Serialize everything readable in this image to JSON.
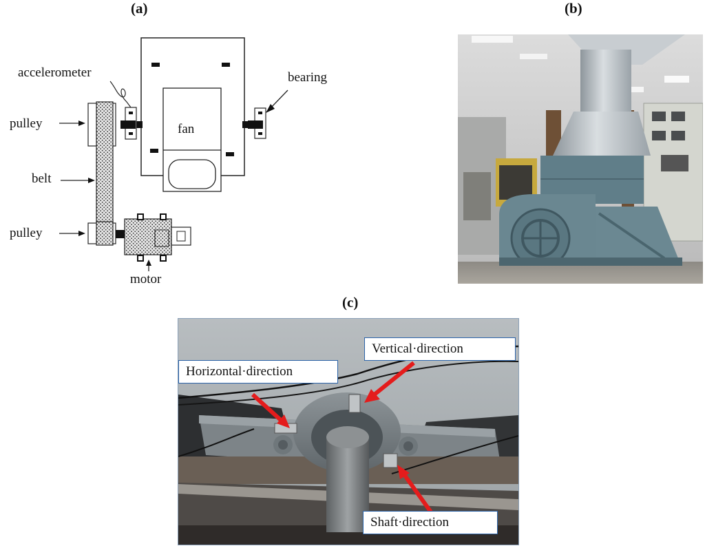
{
  "panels": {
    "a": {
      "label": "(a)",
      "labels": {
        "accelerometer": "accelerometer",
        "bearing": "bearing",
        "pulley_top": "pulley",
        "belt": "belt",
        "pulley_bottom": "pulley",
        "fan": "fan",
        "motor": "motor"
      }
    },
    "b": {
      "label": "(b)"
    },
    "c": {
      "label": "(c)",
      "callouts": {
        "vertical": "Vertical·direction",
        "horizontal": "Horizontal·direction",
        "shaft": "Shaft·direction"
      }
    }
  },
  "colors": {
    "callout_border": "#2a62a8",
    "arrow": "#e41c1c"
  }
}
